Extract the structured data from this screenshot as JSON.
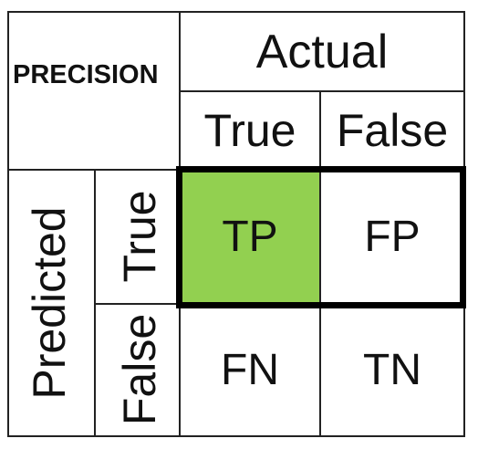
{
  "corner_label": "PRECISION",
  "actual_label": "Actual",
  "predicted_label": "Predicted",
  "actual_columns": [
    "True",
    "False"
  ],
  "predicted_rows": [
    "True",
    "False"
  ],
  "cells": {
    "tp": "TP",
    "fp": "FP",
    "fn": "FN",
    "tn": "TN"
  },
  "colors": {
    "tp_fill": "#92d050",
    "highlight_border": "#000000"
  }
}
